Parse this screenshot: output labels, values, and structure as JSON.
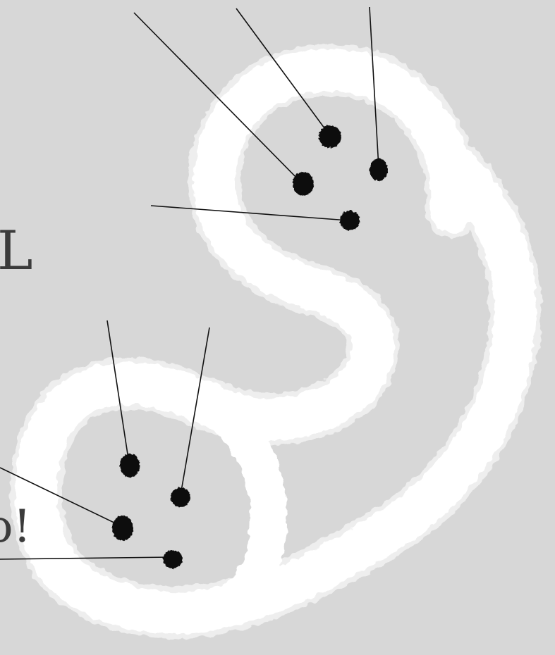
{
  "labels": {
    "upper_left_edge_letter": "L",
    "lower_left_edge_text": "o!"
  },
  "colors": {
    "background": "#d7d7d7",
    "ribbon": "#ffffff",
    "ribbon_edge": "#f0f0f0",
    "leader_line": "#111111",
    "dot": "#111111",
    "label_text": "#3b3b3b"
  },
  "diagram": {
    "shape": "white brushstroke double-loop",
    "upper_loop_dot_count": 4,
    "lower_loop_dot_count": 4,
    "leader_line_count": 8
  }
}
